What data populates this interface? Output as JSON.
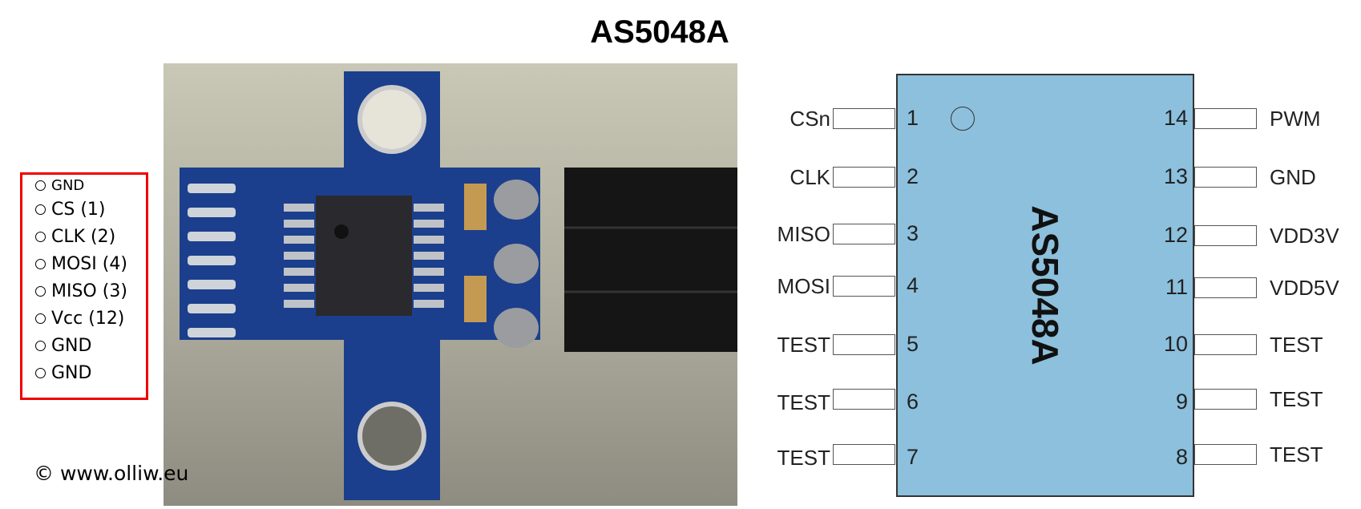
{
  "title": "AS5048A",
  "legend": {
    "items": [
      "GND",
      "CS (1)",
      "CLK (2)",
      "MOSI (4)",
      "MISO (3)",
      "Vcc (12)",
      "GND",
      "GND"
    ]
  },
  "copyright": "© www.olliw.eu",
  "chip": {
    "name": "AS5048A",
    "left_pins": [
      {
        "num": "1",
        "label": "CSn"
      },
      {
        "num": "2",
        "label": "CLK"
      },
      {
        "num": "3",
        "label": "MISO"
      },
      {
        "num": "4",
        "label": "MOSI"
      },
      {
        "num": "5",
        "label": "TEST"
      },
      {
        "num": "6",
        "label": "TEST"
      },
      {
        "num": "7",
        "label": "TEST"
      }
    ],
    "right_pins": [
      {
        "num": "14",
        "label": "PWM"
      },
      {
        "num": "13",
        "label": "GND"
      },
      {
        "num": "12",
        "label": "VDD3V"
      },
      {
        "num": "11",
        "label": "VDD5V"
      },
      {
        "num": "10",
        "label": "TEST"
      },
      {
        "num": "9",
        "label": "TEST"
      },
      {
        "num": "8",
        "label": "TEST"
      }
    ]
  },
  "colors": {
    "chip_fill": "#8cc0dd",
    "legend_border": "#ee0000",
    "pcb": "#1b3f8c"
  }
}
